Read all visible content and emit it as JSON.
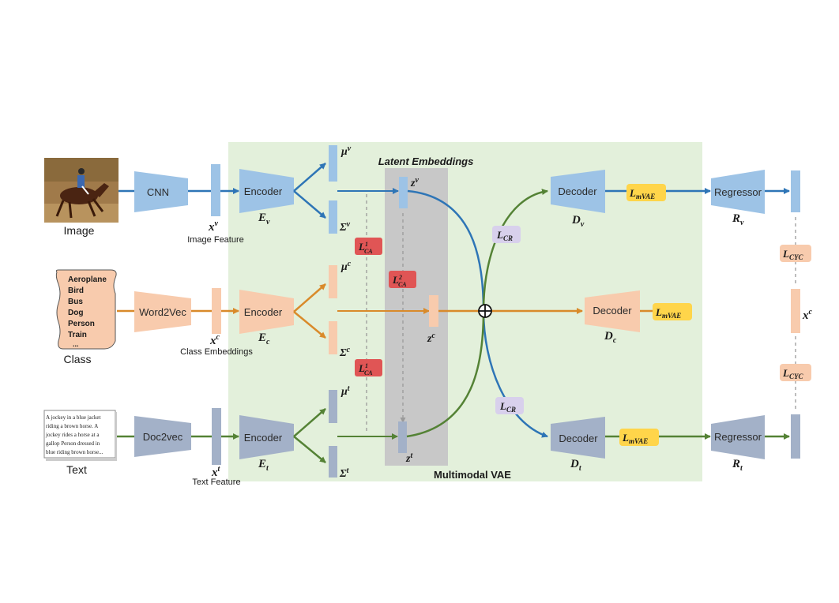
{
  "colors": {
    "vae_bg": "#e3f0db",
    "latent_bg": "#c8c8c8",
    "visual": "#2e75b6",
    "visual_fill": "#9dc3e6",
    "class": "#d98a2a",
    "class_fill": "#f8cbad",
    "text": "#548235",
    "text_fill": "#a3b1c8",
    "loss_ca": "#e05555",
    "loss_cr": "#d8d0ec",
    "loss_mvae": "#ffd54a",
    "loss_cyc": "#f8cbad"
  },
  "inputs": {
    "image_label": "Image",
    "class_label": "Class",
    "text_label": "Text",
    "class_list": [
      "Aeroplane",
      "Bird",
      "Bus",
      "Dog",
      "Person",
      "Train",
      "..."
    ],
    "text_doc": [
      "A jockey in a blue jacket",
      "riding a brown horse. A",
      "jockey rides a horse at a",
      "gallop Person dressed in",
      "blue riding brown horse..."
    ]
  },
  "extractors": {
    "cnn": "CNN",
    "word2vec": "Word2Vec",
    "doc2vec": "Doc2vec"
  },
  "features": {
    "xv": "x",
    "xv_sup": "v",
    "xv_caption": "Image Feature",
    "xc": "x",
    "xc_sup": "c",
    "xc_caption": "Class Embeddings",
    "xt": "x",
    "xt_sup": "t",
    "xt_caption": "Text Feature"
  },
  "encoders": {
    "label": "Encoder",
    "ev": "E",
    "ev_sub": "v",
    "ec": "E",
    "ec_sub": "c",
    "et": "E",
    "et_sub": "t"
  },
  "latent": {
    "title": "Latent Embeddings",
    "mu_v": "μ",
    "mu_v_sup": "v",
    "sig_v": "Σ",
    "sig_v_sup": "v",
    "mu_c": "μ",
    "mu_c_sup": "c",
    "sig_c": "Σ",
    "sig_c_sup": "c",
    "mu_t": "μ",
    "mu_t_sup": "t",
    "sig_t": "Σ",
    "sig_t_sup": "t",
    "zv": "z",
    "zv_sup": "v",
    "zc": "z",
    "zc_sup": "c",
    "zt": "z",
    "zt_sup": "t"
  },
  "losses": {
    "ca": "L",
    "ca_sub": "CA",
    "ca_sup1": "1",
    "ca_sup2": "2",
    "cr": "L",
    "cr_sub": "CR",
    "mvae": "L",
    "mvae_sub": "mVAE",
    "cyc": "L",
    "cyc_sub": "CYC"
  },
  "decoders": {
    "label": "Decoder",
    "dv": "D",
    "dv_sub": "v",
    "dc": "D",
    "dc_sub": "c",
    "dt": "D",
    "dt_sub": "t"
  },
  "regressors": {
    "label": "Regressor",
    "rv": "R",
    "rv_sub": "v",
    "rt": "R",
    "rt_sub": "t"
  },
  "output": {
    "xc": "x",
    "xc_sup": "c"
  },
  "vae_caption": "Multimodal VAE"
}
